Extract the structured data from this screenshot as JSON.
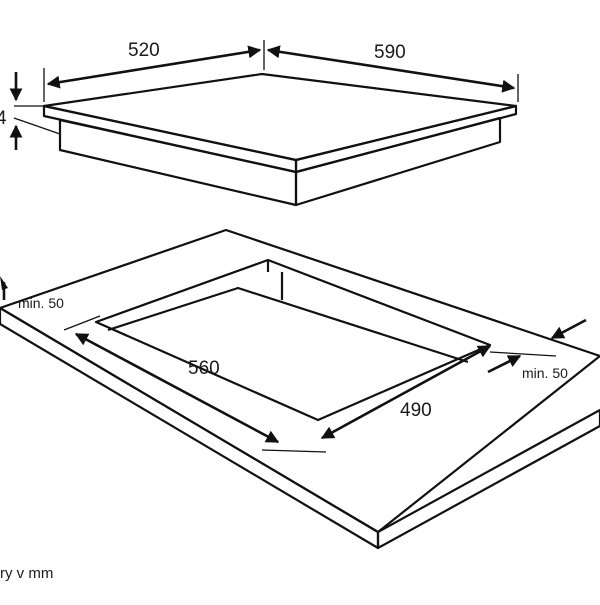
{
  "dimensions": {
    "hob_width": "520",
    "hob_depth": "590",
    "hob_height": "4",
    "cutout_width": "560",
    "cutout_depth": "490",
    "min_left": "min. 50",
    "min_right": "min. 50"
  },
  "caption": "ry v mm",
  "colors": {
    "glass_dark": "#8f8f8f",
    "glass_light": "#ececec",
    "worktop_fill": "#f1f1f1",
    "cutout_fill": "#ffffff",
    "line": "#111111"
  }
}
